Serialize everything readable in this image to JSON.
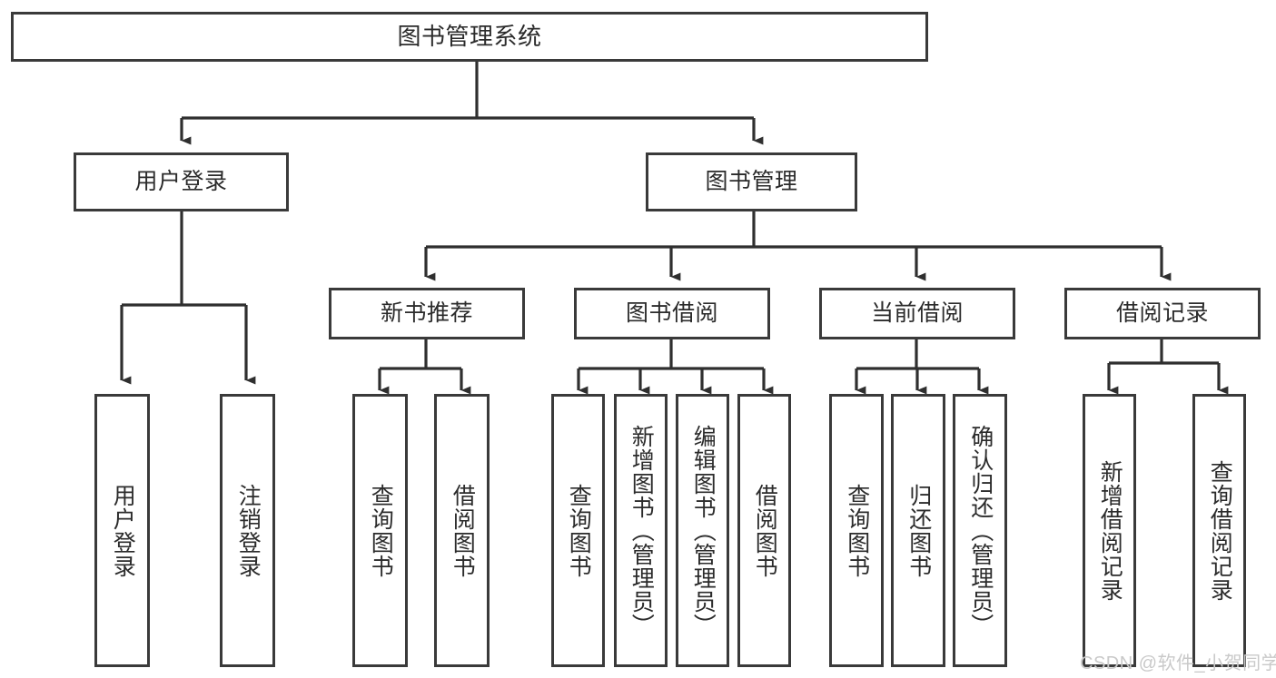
{
  "diagram": {
    "type": "tree-hierarchy-chart",
    "title": "图书管理系统",
    "orientation": "top-down",
    "colors": {
      "box_border": "#3a3a3a",
      "box_fill": "#ffffff",
      "connector": "#2f2f2f",
      "text": "#2b2b2b",
      "watermark": "#c9c9c9",
      "background": "#ffffff"
    },
    "root": {
      "label": "图书管理系统"
    },
    "level2": [
      {
        "label": "用户登录"
      },
      {
        "label": "图书管理"
      }
    ],
    "level3": [
      {
        "label": "新书推荐"
      },
      {
        "label": "图书借阅"
      },
      {
        "label": "当前借阅"
      },
      {
        "label": "借阅记录"
      }
    ],
    "leaves": {
      "user_login": [
        {
          "label": "用户登录"
        },
        {
          "label": "注销登录"
        }
      ],
      "new_book_recommend": [
        {
          "label": "查询图书"
        },
        {
          "label": "借阅图书"
        }
      ],
      "book_borrow": [
        {
          "label": "查询图书"
        },
        {
          "label": "新增图书（管理员）"
        },
        {
          "label": "编辑图书（管理员）"
        },
        {
          "label": "借阅图书"
        }
      ],
      "current_borrow": [
        {
          "label": "查询图书"
        },
        {
          "label": "归还图书"
        },
        {
          "label": "确认归还（管理员）"
        }
      ],
      "borrow_record": [
        {
          "label": "新增借阅记录"
        },
        {
          "label": "查询借阅记录"
        }
      ]
    }
  },
  "watermark": {
    "text": "CSDN @软件_小贺同学"
  }
}
